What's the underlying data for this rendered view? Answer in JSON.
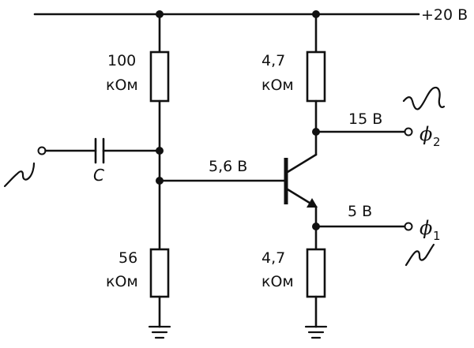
{
  "supply": {
    "label": "+20 В"
  },
  "resistors": {
    "r1": {
      "value": "100",
      "unit": "кОм"
    },
    "r2": {
      "value": "56",
      "unit": "кОм"
    },
    "rc": {
      "value": "4,7",
      "unit": "кОм"
    },
    "re": {
      "value": "4,7",
      "unit": "кОм"
    }
  },
  "capacitor": {
    "label": "C"
  },
  "voltages": {
    "base": "5,6 В",
    "collector": "15 В",
    "emitter": "5 В"
  },
  "outputs": {
    "phi2": {
      "symbol": "ϕ",
      "sub": "2"
    },
    "phi1": {
      "symbol": "ϕ",
      "sub": "1"
    }
  }
}
